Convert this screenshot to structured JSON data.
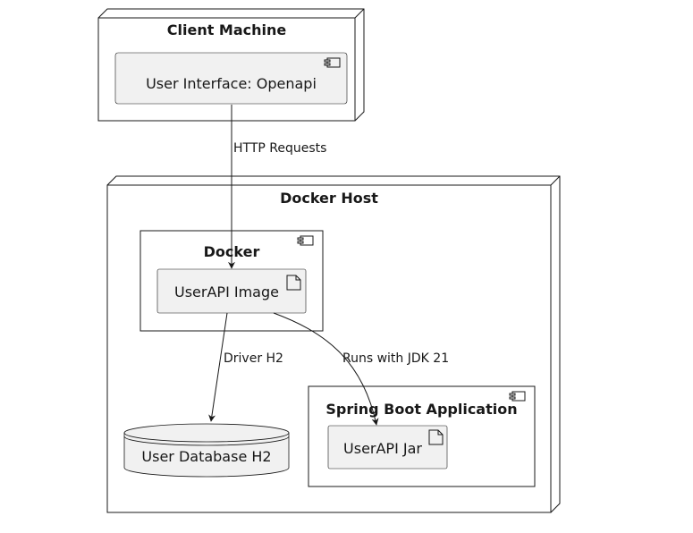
{
  "nodes": {
    "client_machine": {
      "title": "Client Machine"
    },
    "docker_host": {
      "title": "Docker Host"
    }
  },
  "components": {
    "docker": {
      "title": "Docker"
    },
    "spring_boot": {
      "title": "Spring Boot Application"
    }
  },
  "boxes": {
    "user_interface": {
      "label": "User Interface: Openapi"
    },
    "userapi_image": {
      "label": "UserAPI Image"
    },
    "userapi_jar": {
      "label": "UserAPI Jar"
    },
    "user_database": {
      "label": "User Database H2"
    }
  },
  "edges": {
    "http_requests": {
      "label": "HTTP Requests"
    },
    "driver_h2": {
      "label": "Driver H2"
    },
    "runs_with_jdk": {
      "label": "Runs with JDK 21"
    }
  },
  "colors": {
    "stroke": "#181818",
    "fill": "#f1f1f1",
    "background": "#ffffff"
  }
}
